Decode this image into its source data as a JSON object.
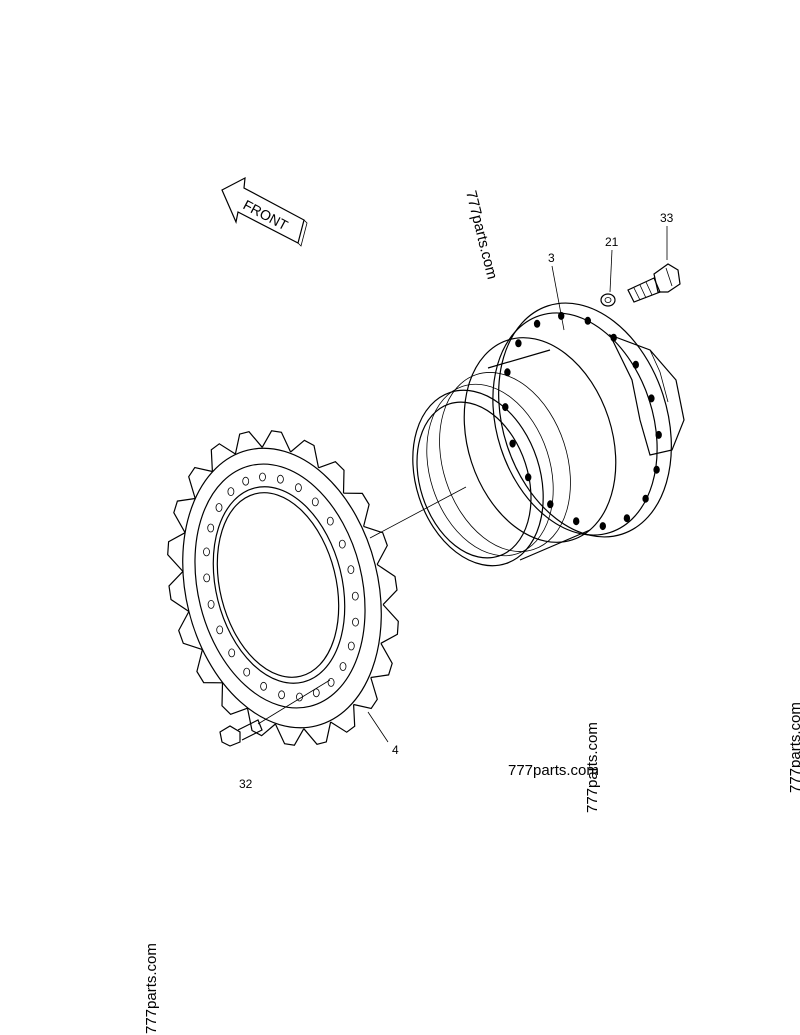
{
  "front_arrow": {
    "text": "FRONT"
  },
  "callouts": {
    "hub": "3",
    "sprocket": "4",
    "washer": "21",
    "bolt_small": "32",
    "bolt_large": "33"
  },
  "watermarks": {
    "wm1": "777parts.com",
    "wm2": "777parts.com",
    "wm3": "777parts.com",
    "wm4": "777parts.com",
    "wm5": "777parts.com"
  }
}
